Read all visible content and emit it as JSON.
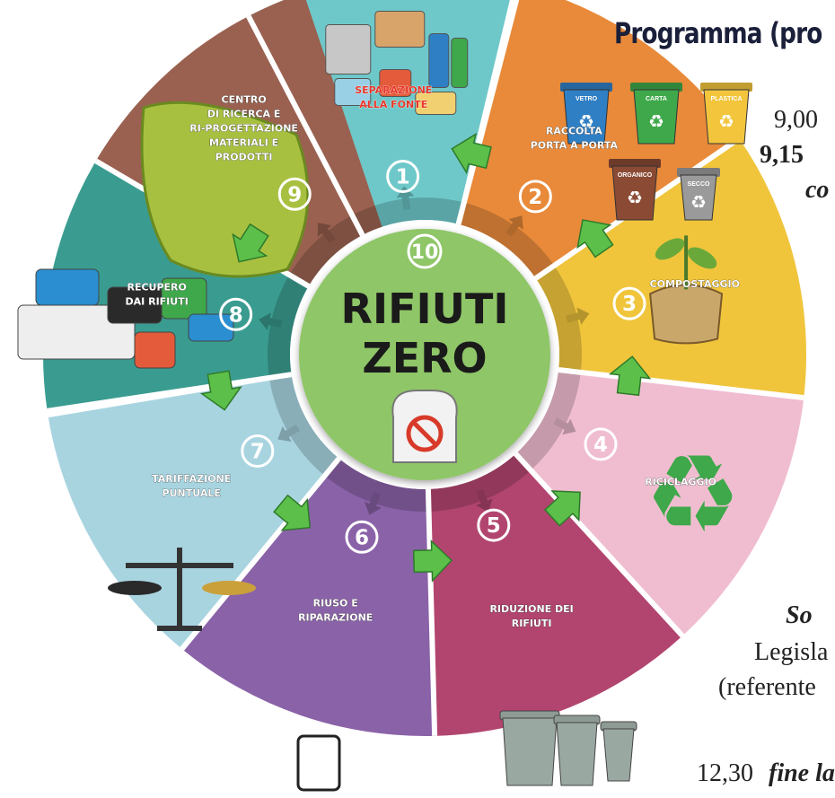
{
  "header": {
    "title": "Programma (pro"
  },
  "wheel": {
    "center": {
      "number": "10",
      "line1": "RIFIUTI",
      "line2": "ZERO"
    },
    "segments": [
      {
        "number": "1",
        "label": "SEPARAZIONE\nALLA FONTE",
        "color": "#6ec8c9"
      },
      {
        "number": "2",
        "label": "RACCOLTA\nPORTA A PORTA",
        "color": "#e88a3a"
      },
      {
        "number": "3",
        "label": "COMPOSTAGGIO",
        "color": "#f0c53c"
      },
      {
        "number": "4",
        "label": "RICICLAGGIO",
        "color": "#f0bdd0"
      },
      {
        "number": "5",
        "label": "RIDUZIONE DEI\nRIFIUTI",
        "color": "#b2456f"
      },
      {
        "number": "6",
        "label": "RIUSO E\nRIPARAZIONE",
        "color": "#8a62a8"
      },
      {
        "number": "7",
        "label": "TARIFFAZIONE\nPUNTUALE",
        "color": "#a8d4e0"
      },
      {
        "number": "8",
        "label": "RECUPERO\nDAI RIFIUTI",
        "color": "#3a9c90"
      },
      {
        "number": "9",
        "label": "CENTRO\nDI RICERCA E\nRI-PROGETTAZIONE\nMATERIALI E\nPRODOTTI",
        "color": "#9a6150"
      }
    ],
    "bins": [
      "VETRO",
      "CARTA",
      "PLASTICA",
      "ORGANICO",
      "SECCO"
    ],
    "bin_colors": [
      "#2f7fc4",
      "#3ea84a",
      "#f2c53d",
      "#8a4a34",
      "#9a9a9a"
    ],
    "arrow_color": "#5cbf4a",
    "center_color": "#8fc668"
  },
  "program": {
    "t1_time": "9,00",
    "t2_time": "9,15",
    "t2_italic": "co",
    "so": "So",
    "legisla": "Legisla",
    "referente": "(referente",
    "end_time": "12,30",
    "end_text": "fine la"
  }
}
